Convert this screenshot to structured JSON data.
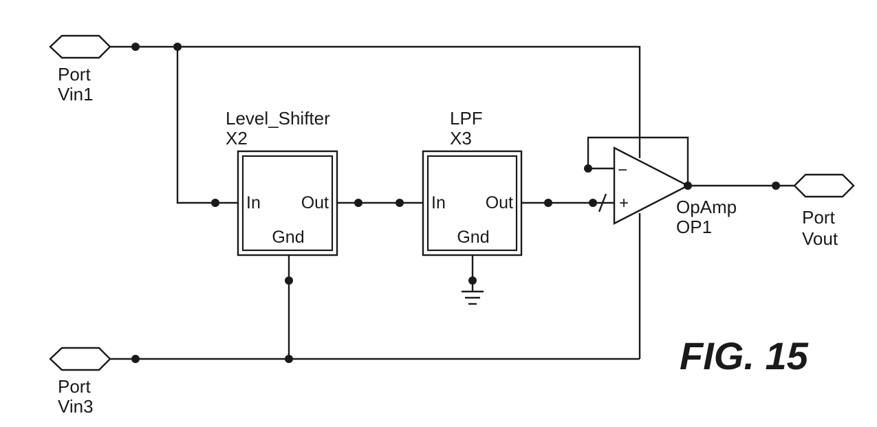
{
  "ports": {
    "vin1": {
      "type": "Port",
      "name": "Vin1"
    },
    "vin3": {
      "type": "Port",
      "name": "Vin3"
    },
    "vout": {
      "type": "Port",
      "name": "Vout"
    }
  },
  "blocks": {
    "level_shifter": {
      "type": "Level_Shifter",
      "ref": "X2",
      "pin_in": "In",
      "pin_out": "Out",
      "pin_gnd": "Gnd"
    },
    "lpf": {
      "type": "LPF",
      "ref": "X3",
      "pin_in": "In",
      "pin_out": "Out",
      "pin_gnd": "Gnd"
    }
  },
  "opamp": {
    "type": "OpAmp",
    "ref": "OP1",
    "minus": "−",
    "plus": "+"
  },
  "figure": {
    "label": "FIG. 15"
  }
}
